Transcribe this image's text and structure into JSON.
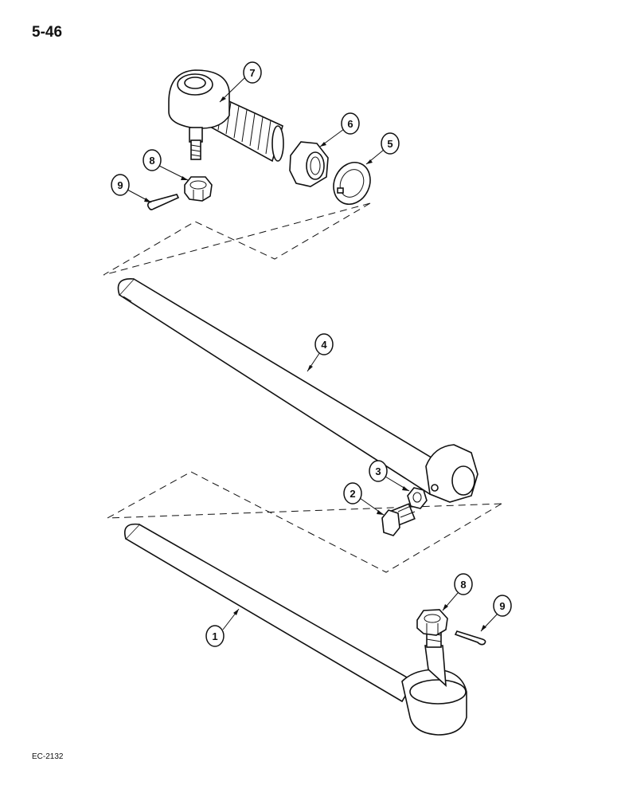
{
  "page_number": "5-46",
  "figure_code": "EC-2132",
  "callouts": {
    "c1": "1",
    "c2": "2",
    "c3": "3",
    "c4": "4",
    "c5": "5",
    "c6": "6",
    "c7": "7",
    "c8a": "8",
    "c9a": "9",
    "c8b": "8",
    "c9b": "9"
  }
}
